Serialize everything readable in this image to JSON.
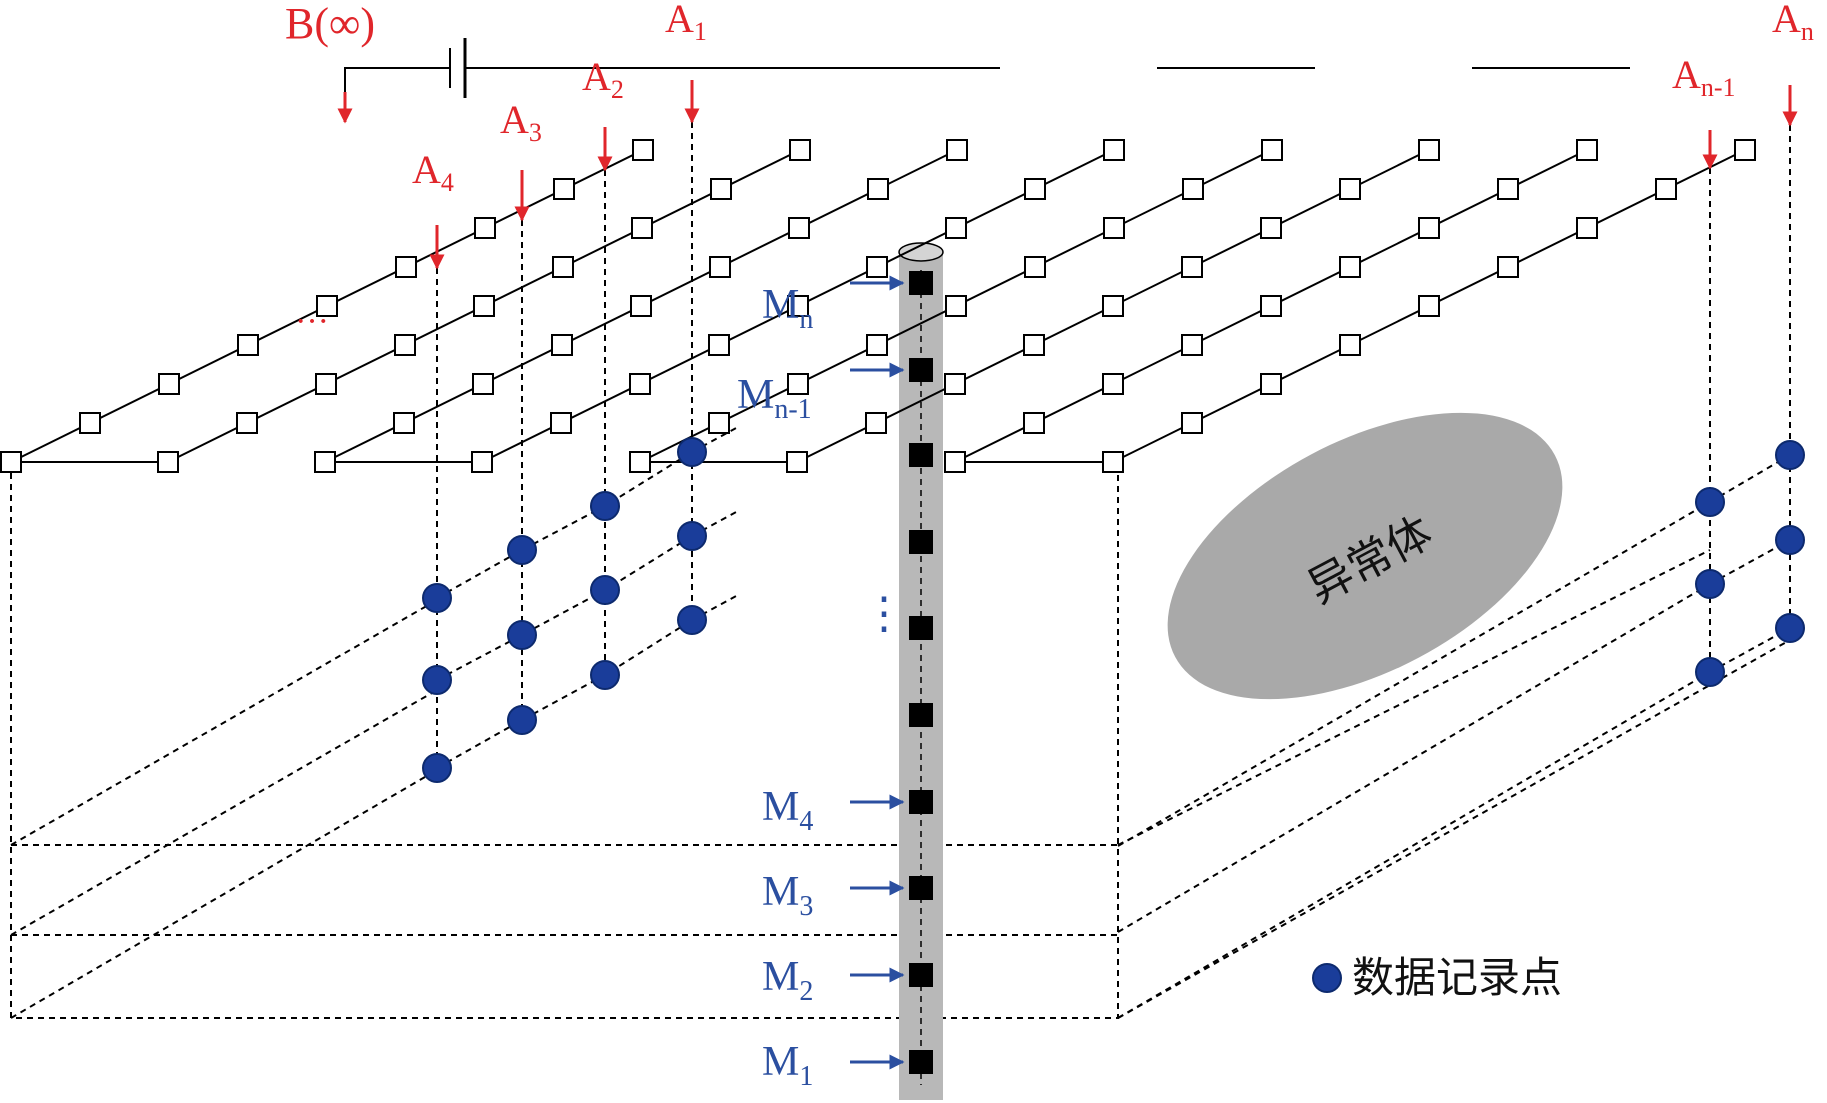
{
  "labels": {
    "source_b": "B(∞)",
    "a1": {
      "main": "A",
      "sub": "1"
    },
    "a2": {
      "main": "A",
      "sub": "2"
    },
    "a3": {
      "main": "A",
      "sub": "3"
    },
    "a4": {
      "main": "A",
      "sub": "4"
    },
    "an1": {
      "main": "A",
      "sub": "n-1"
    },
    "an": {
      "main": "A",
      "sub": "n"
    },
    "grid_ellipsis": "···",
    "mn": {
      "main": "M",
      "sub": "n"
    },
    "mn1": {
      "main": "M",
      "sub": "n-1"
    },
    "m4": {
      "main": "M",
      "sub": "4"
    },
    "m3": {
      "main": "M",
      "sub": "3"
    },
    "m2": {
      "main": "M",
      "sub": "2"
    },
    "m1": {
      "main": "M",
      "sub": "1"
    },
    "borehole_ellipsis": "⋮",
    "anomaly": "异常体",
    "legend": "数据记录点"
  },
  "colors": {
    "red": "#e0262b",
    "blue": "#2b4fa0",
    "dot_fill": "#1a3d9a",
    "borehole": "#b8b8b8",
    "anomaly": "#a9a9a9",
    "black": "#000000"
  },
  "icons": {
    "surface_electrode": "hollow-square",
    "borehole_receiver": "filled-square",
    "data_point": "filled-circle"
  }
}
